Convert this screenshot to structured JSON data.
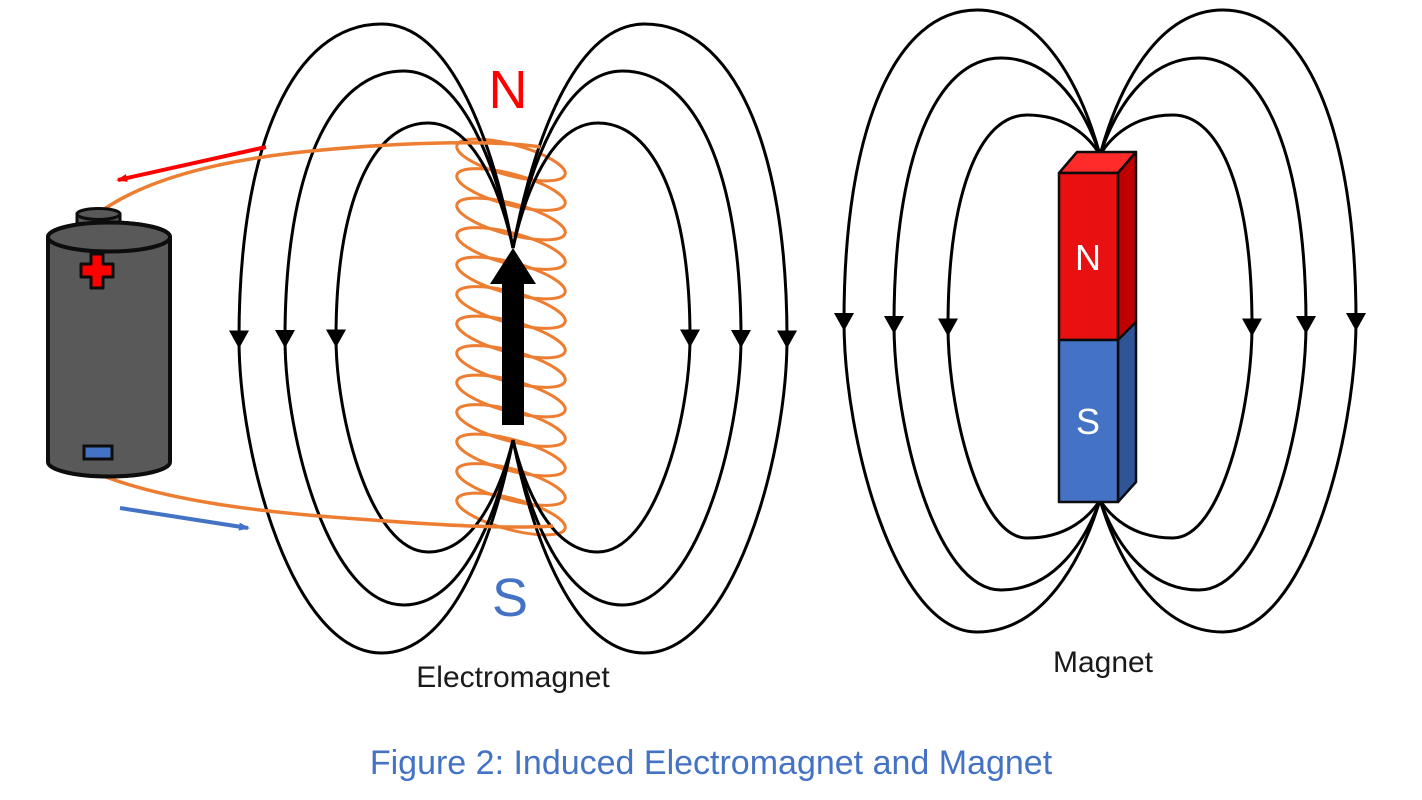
{
  "figure_caption": {
    "text": "Figure 2: Induced Electromagnet and Magnet",
    "color": "#4472C4"
  },
  "electromagnet": {
    "label": "Electromagnet",
    "north_pole": {
      "text": "N",
      "color": "#FF0000"
    },
    "south_pole": {
      "text": "S",
      "color": "#4472C4"
    },
    "coil": {
      "turns": 13,
      "color": "#ED7D31"
    },
    "core_arrow_direction": "up",
    "battery": {
      "body_color": "#595959",
      "positive_symbol": "plus",
      "positive_color": "#FF0000",
      "negative_symbol": "minus",
      "negative_color": "#4472C4"
    },
    "current_arrows": {
      "top_direction": "left",
      "top_color": "#FF0000",
      "bottom_direction": "right",
      "bottom_color": "#4472C4"
    }
  },
  "bar_magnet": {
    "label": "Magnet",
    "north_pole": {
      "text": "N",
      "text_color": "#FFFFFF",
      "front_color": "#E81010",
      "top_color": "#FF2B2B",
      "side_color": "#C00000"
    },
    "south_pole": {
      "text": "S",
      "text_color": "#FFFFFF",
      "front_color": "#4472C4",
      "side_color": "#2F5597"
    }
  },
  "field_lines": {
    "loops_per_side": 3,
    "color": "#000000",
    "arrow_direction": "down"
  }
}
